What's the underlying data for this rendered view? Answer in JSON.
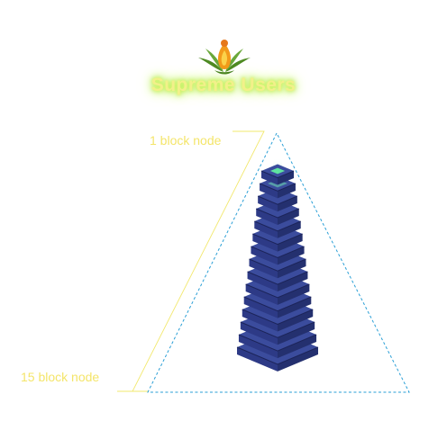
{
  "title": "Supreme Users",
  "labels": {
    "top": "1 block node",
    "bottom": "15 block node"
  },
  "colors": {
    "title_glow": "#b8ee4c",
    "label_text": "#f4e56a",
    "leader_line": "#f2e86e",
    "triangle_dash": "#2a9fd6",
    "block_top": "#3b4c9d",
    "block_side_left": "#2d3a86",
    "block_side_right": "#24306f",
    "top_gem": "#5fe3a0",
    "logo_leaf": "#5c9a2a",
    "logo_flame": "#f0a020"
  },
  "stack": {
    "count": 15
  },
  "icons": {
    "logo": "lotus-flame-logo-icon"
  }
}
